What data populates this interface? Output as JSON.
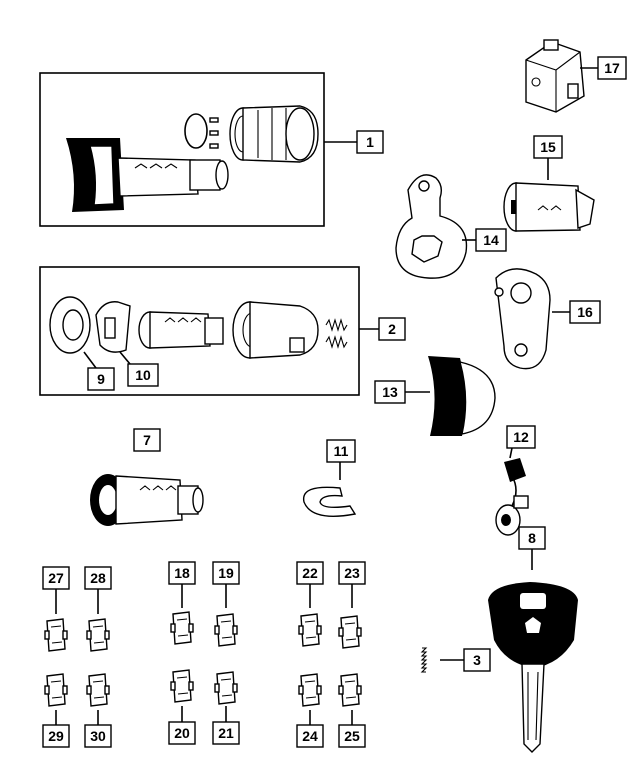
{
  "callouts": {
    "c1": "1",
    "c2": "2",
    "c3": "3",
    "c7": "7",
    "c8": "8",
    "c9": "9",
    "c10": "10",
    "c11": "11",
    "c12": "12",
    "c13": "13",
    "c14": "14",
    "c15": "15",
    "c16": "16",
    "c17": "17",
    "c18": "18",
    "c19": "19",
    "c20": "20",
    "c21": "21",
    "c22": "22",
    "c23": "23",
    "c24": "24",
    "c25": "25",
    "c27": "27",
    "c28": "28",
    "c29": "29",
    "c30": "30"
  }
}
